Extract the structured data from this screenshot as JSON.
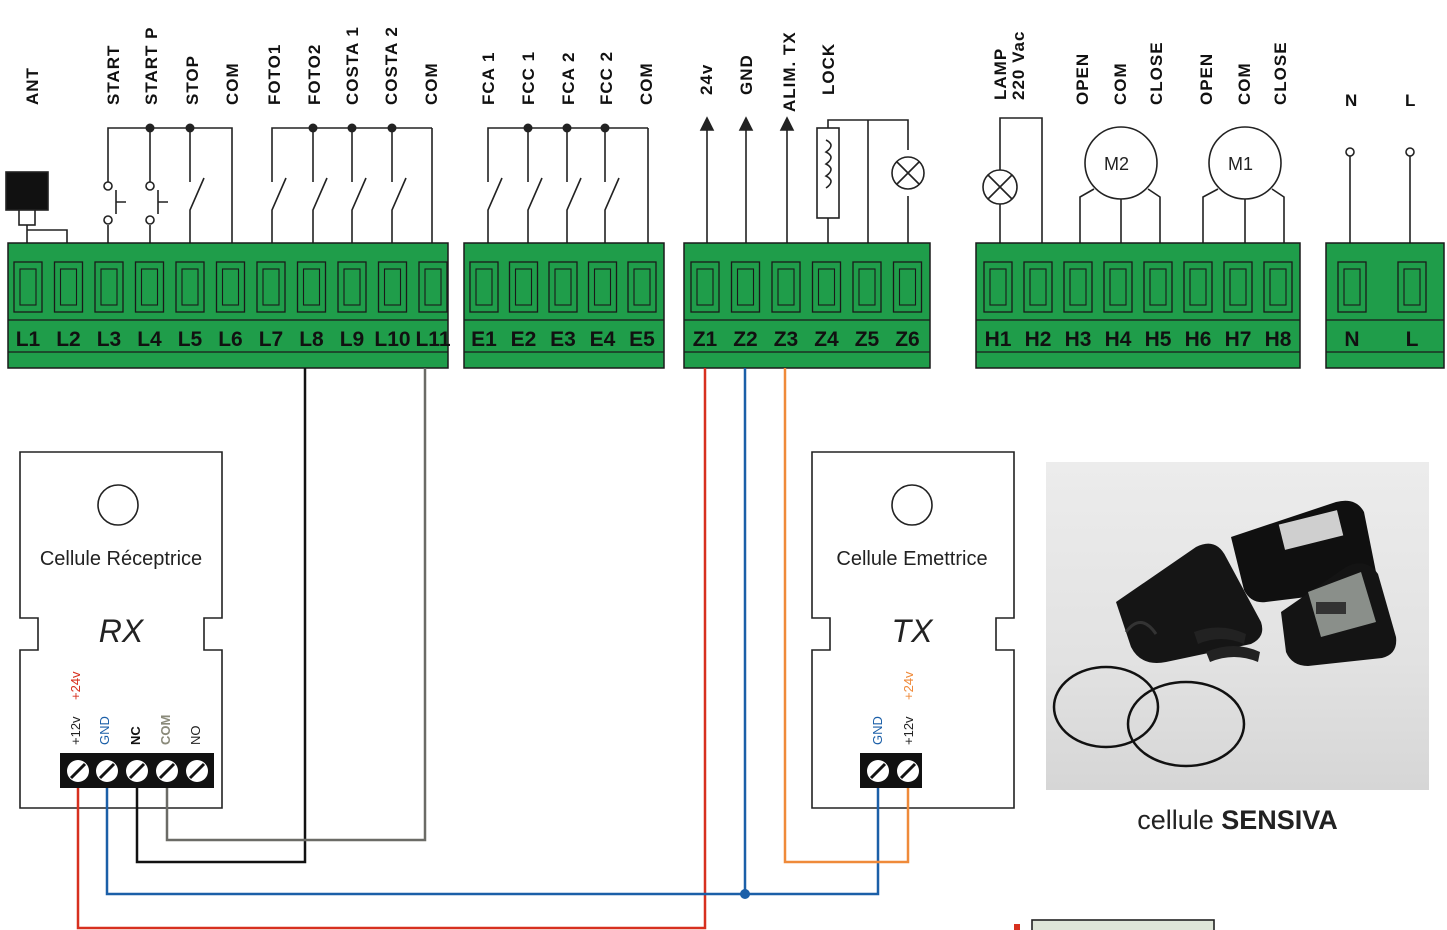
{
  "groups": {
    "L": {
      "labels": [
        "ANT",
        "START",
        "START P",
        "STOP",
        "COM",
        "FOTO1",
        "FOTO2",
        "COSTA 1",
        "COSTA 2",
        "COM"
      ],
      "terminals": [
        "L1",
        "L2",
        "L3",
        "L4",
        "L5",
        "L6",
        "L7",
        "L8",
        "L9",
        "L10",
        "L11"
      ]
    },
    "E": {
      "labels": [
        "FCA 1",
        "FCC 1",
        "FCA 2",
        "FCC 2",
        "COM"
      ],
      "terminals": [
        "E1",
        "E2",
        "E3",
        "E4",
        "E5"
      ]
    },
    "Z": {
      "labels": [
        "24v",
        "GND",
        "ALIM. TX",
        "LOCK"
      ],
      "terminals": [
        "Z1",
        "Z2",
        "Z3",
        "Z4",
        "Z5",
        "Z6"
      ]
    },
    "H": {
      "labels": [
        "LAMP\n220 Vac",
        "OPEN",
        "COM",
        "CLOSE",
        "OPEN",
        "COM",
        "CLOSE"
      ],
      "terminals": [
        "H1",
        "H2",
        "H3",
        "H4",
        "H5",
        "H6",
        "H7",
        "H8"
      ]
    },
    "P": {
      "labels": [
        "N",
        "L"
      ],
      "terminals": [
        "N",
        "L"
      ]
    }
  },
  "motors": [
    "M2",
    "M1"
  ],
  "rx": {
    "title": "Cellule Réceptrice",
    "code": "RX",
    "pins": [
      "+12v",
      "+24v",
      "GND",
      "NC",
      "COM",
      "NO"
    ]
  },
  "tx": {
    "title": "Cellule Emettrice",
    "code": "TX",
    "pins": [
      "GND",
      "+12v",
      "+24v"
    ]
  },
  "photo_caption": {
    "prefix": "cellule ",
    "bold": "SENSIVA"
  },
  "colors": {
    "terminal_green": "#1f9d4a",
    "wire_red": "#d7301f",
    "wire_blue": "#1b5fa8",
    "wire_orange": "#ef8a3a",
    "wire_gray": "#6b6b66",
    "wire_black": "#111111"
  }
}
